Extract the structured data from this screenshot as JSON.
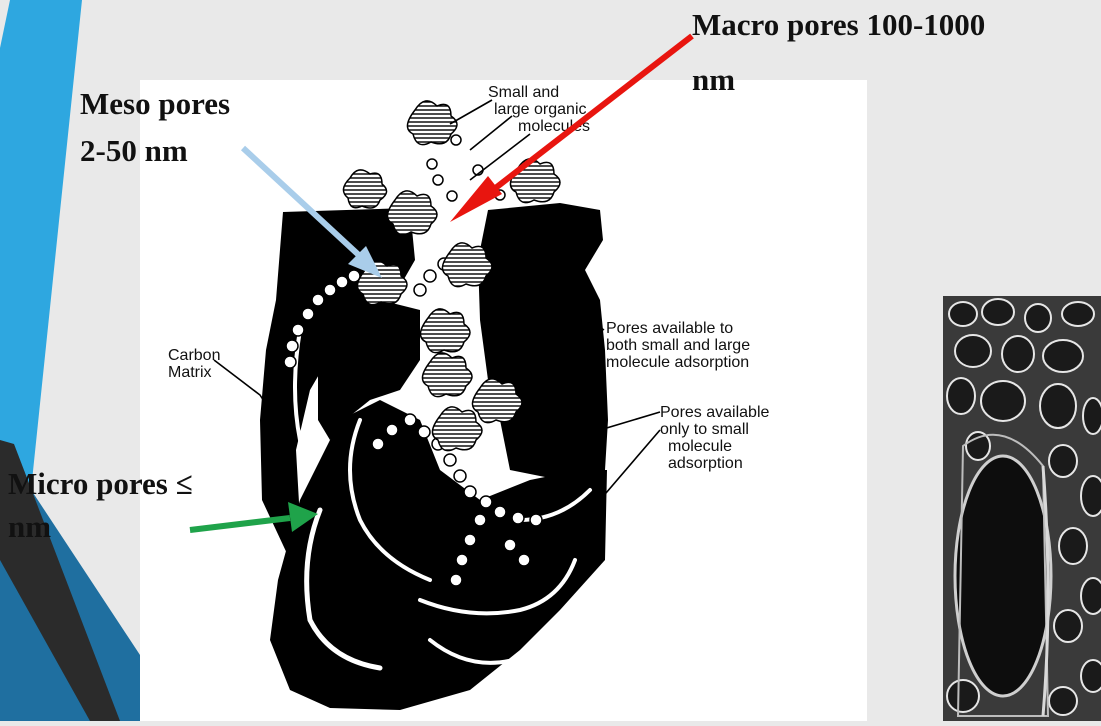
{
  "callouts": {
    "macro": [
      "Macro pores 100-1000",
      "nm"
    ],
    "meso": [
      "Meso pores",
      "2-50 nm"
    ],
    "micro": [
      "Micro pores ≤",
      "nm"
    ]
  },
  "diagram": {
    "small_large": [
      "Small and",
      "large organic",
      "molecules"
    ],
    "carbon_matrix": [
      "Carbon",
      "Matrix"
    ],
    "pores_both": [
      "Pores available to",
      "both small and large",
      "molecule adsorption"
    ],
    "pores_small_only": [
      "Pores available",
      "only to small",
      "molecule",
      "adsorption"
    ]
  },
  "colors": {
    "macro_arrow": "#e8150f",
    "meso_arrow": "#a9cdea",
    "micro_arrow": "#1fa34a",
    "accent_light": "#2ea7e0",
    "accent_dark": "#1f6fa0"
  }
}
